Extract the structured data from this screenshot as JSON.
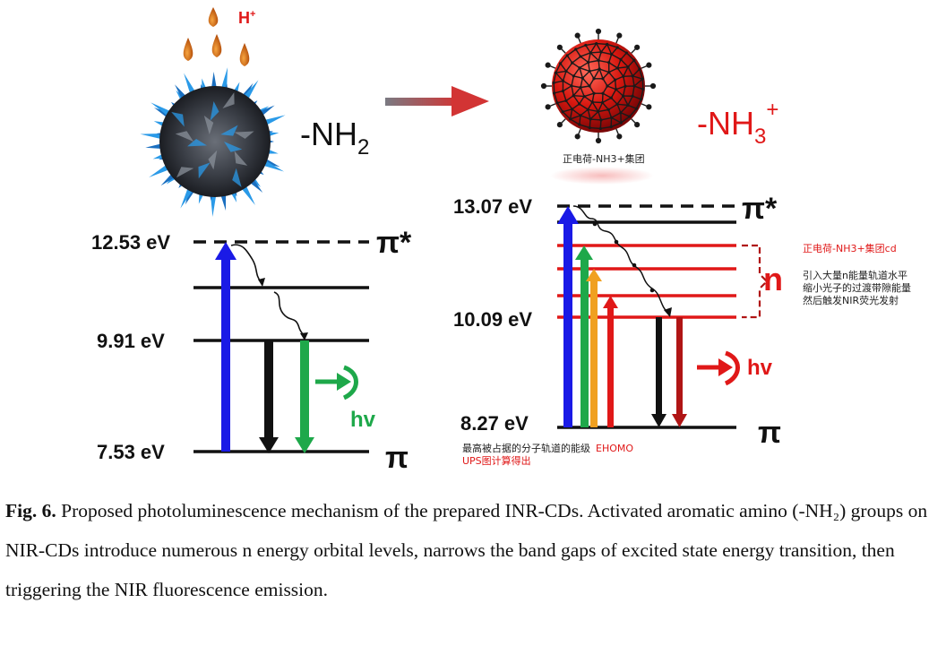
{
  "colors": {
    "blue": "#1a1ae6",
    "black": "#000000",
    "green": "#1ea84a",
    "red": "#e01818",
    "dark_red": "#b01515",
    "orange": "#f0a020",
    "cn_red": "#e01818",
    "cn_dark": "#222222"
  },
  "left_panel": {
    "proton_label": "H",
    "proton_sup": "+",
    "group_label": "-NH",
    "group_sub": "2",
    "levels": {
      "top": "12.53 eV",
      "mid": "9.91 eV",
      "bottom": "7.53 eV"
    },
    "pi_star": "π*",
    "pi": "π",
    "hv": "hv"
  },
  "right_panel": {
    "group_label": "-NH",
    "group_sub": "3",
    "group_sup": "+",
    "cn_label_sphere": "正电荷-NH3+集团",
    "levels": {
      "top": "13.07 eV",
      "mid": "10.09 eV",
      "bottom": "8.27 eV"
    },
    "pi_star": "π*",
    "pi": "π",
    "n_label": "n",
    "hv": "hv",
    "cn_note_1": "正电荷-NH3+集团cd",
    "cn_note_2": [
      "引入大量n能量轨道水平",
      "缩小光子的过渡带隙能量",
      "然后触发NIR荧光发射"
    ],
    "cn_note_3a": "最高被占据的分子轨道的能级",
    "cn_note_3b": "EHOMO",
    "cn_note_4": "UPS图计算得出"
  },
  "caption": {
    "label": "Fig. 6.",
    "text": " Proposed photoluminescence mechanism of the prepared INR-CDs. Activated aromatic amino (-NH₂) groups on NIR-CDs introduce numerous n energy orbital levels, narrows the band gaps of excited state energy transition, then triggering the NIR fluorescence emission."
  }
}
